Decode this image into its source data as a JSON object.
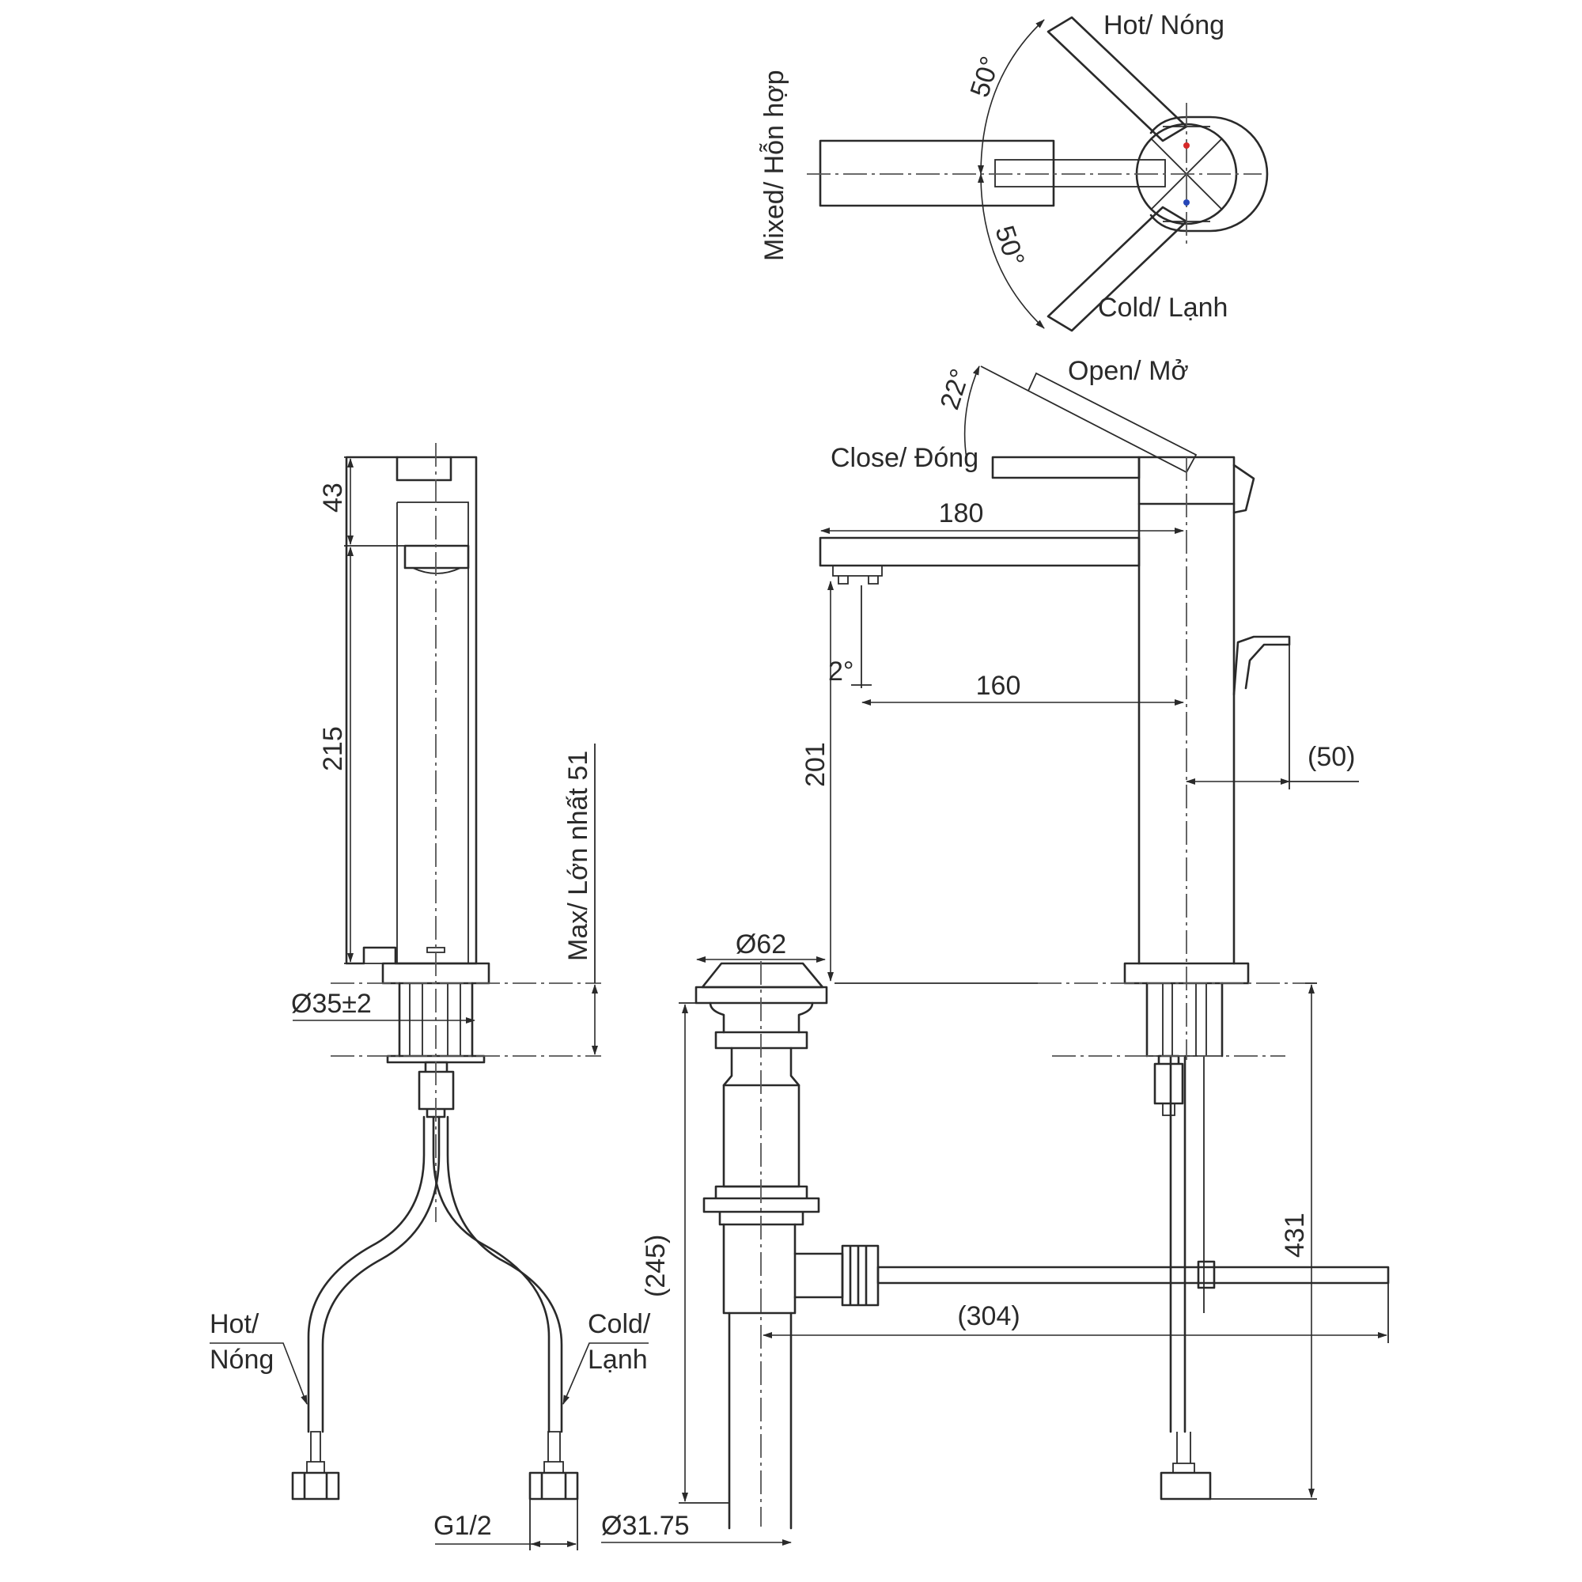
{
  "top_view": {
    "hot": "Hot/ Nóng",
    "mixed": "Mixed/ Hỗn hợp",
    "cold": "Cold/ Lạnh",
    "angle_hot": "50°",
    "angle_cold": "50°",
    "hot_marker_color": "#d62828",
    "cold_marker_color": "#2646b8"
  },
  "side_view": {
    "open": "Open/ Mở",
    "close": "Close/ Đóng",
    "lever_angle": "22°",
    "spout_reach": "180",
    "aerator_reach": "160",
    "spout_angle": "2°",
    "spout_height": "201",
    "lever_offset": "(50)",
    "drain_reach": "(304)",
    "total_height": "431"
  },
  "front_view": {
    "top_height": "43",
    "body_height": "215",
    "deck_thickness": "Max/ Lớn nhất 51",
    "hole_diameter": "Ø35±2",
    "hot_hose": [
      "Hot/",
      "Nóng"
    ],
    "cold_hose": [
      "Cold/",
      "Lạnh"
    ],
    "thread": "G1/2"
  },
  "drain": {
    "head_diameter": "Ø62",
    "length": "(245)",
    "pipe_diameter": "Ø31.75"
  }
}
